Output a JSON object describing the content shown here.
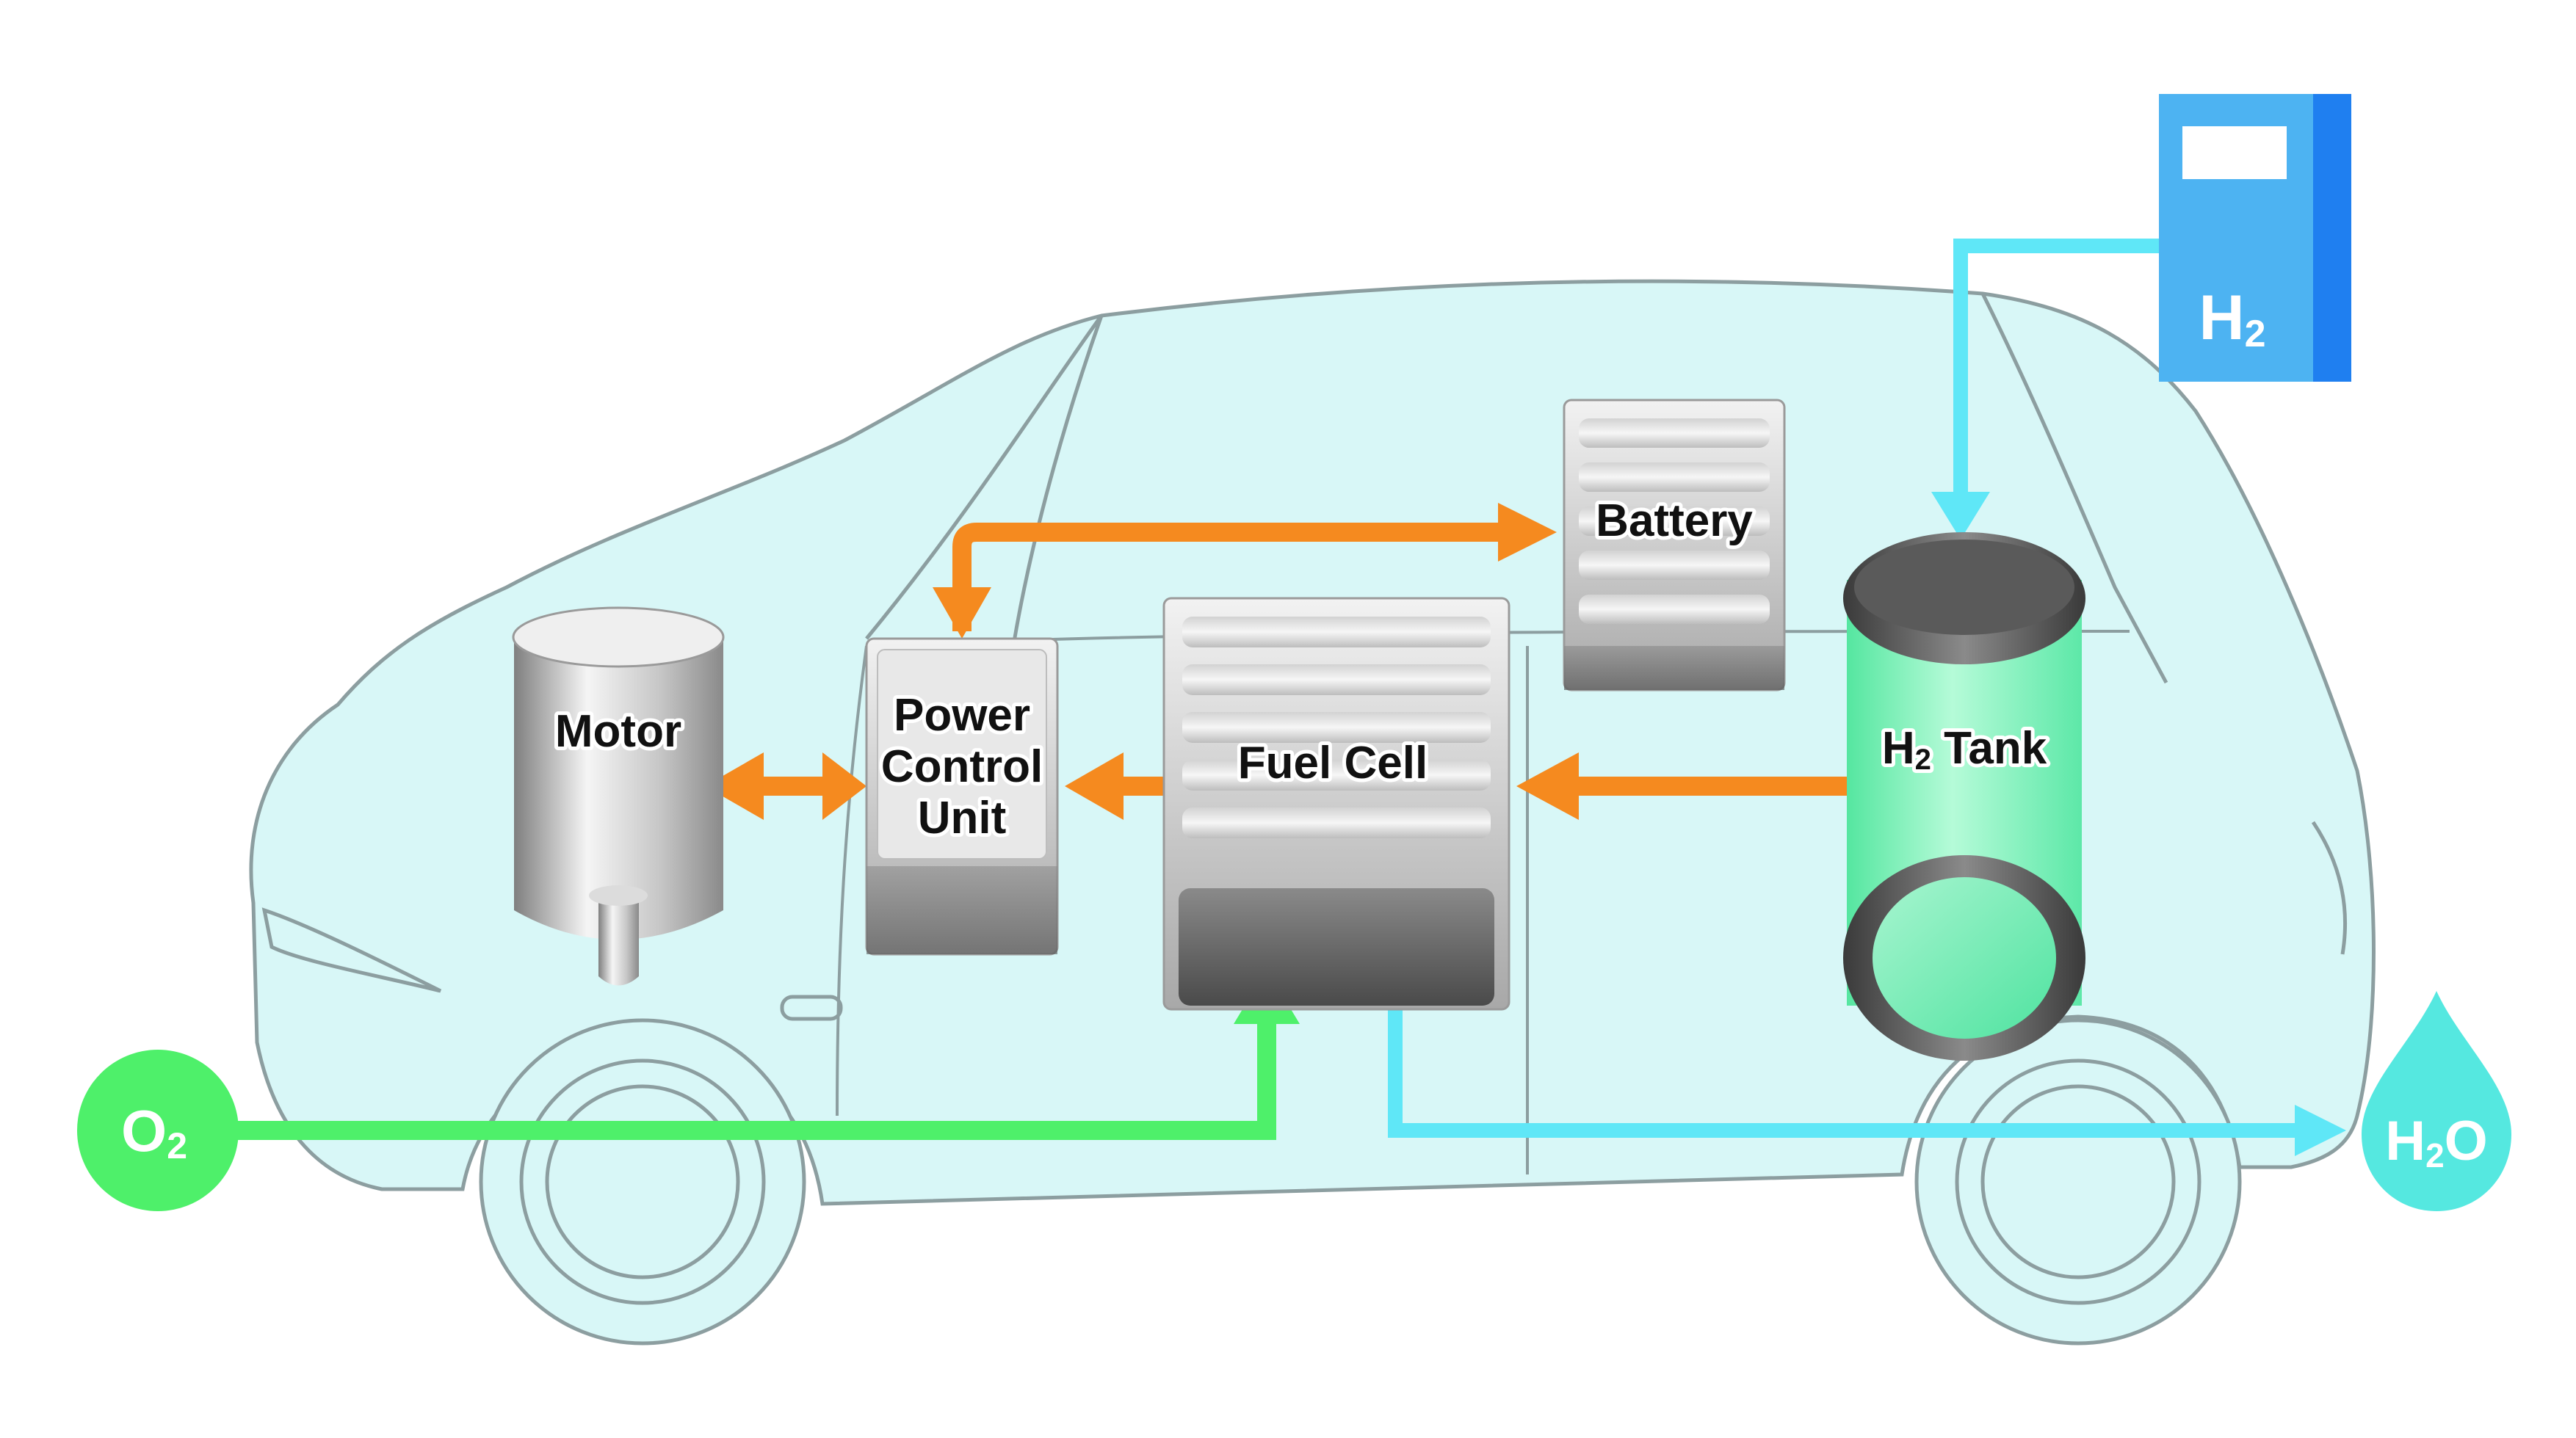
{
  "colors": {
    "car_fill": "#d8f7f7",
    "car_outline": "#8c9ea0",
    "electric_arrow": "#f58a1f",
    "hydrogen_flow": "#5fe7f7",
    "oxygen_flow": "#4ef06a",
    "water": "#55e8e0",
    "tank_body": "#7ff2bd",
    "station_blue": "#4db3f2",
    "station_dark": "#1f7ff0",
    "component_metal": "#c9c9c9"
  },
  "components": {
    "motor": {
      "label": "Motor"
    },
    "pcu": {
      "line1": "Power",
      "line2": "Control",
      "line3": "Unit"
    },
    "fuel_cell": {
      "label": "Fuel Cell"
    },
    "battery": {
      "label": "Battery"
    },
    "h2_tank": {
      "main": "H",
      "sub": "2",
      "rest": " Tank"
    }
  },
  "station": {
    "main": "H",
    "sub": "2"
  },
  "inputs": {
    "oxygen": {
      "main": "O",
      "sub": "2"
    }
  },
  "outputs": {
    "water": {
      "main1": "H",
      "sub": "2",
      "main2": "O"
    }
  }
}
